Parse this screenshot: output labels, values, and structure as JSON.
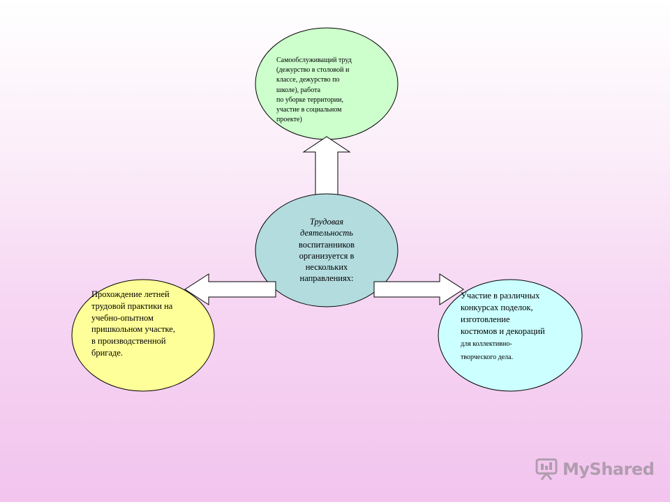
{
  "diagram": {
    "top": {
      "lines": [
        "Самообслуживащий труд",
        "(дежурство в столовой и",
        "классе, дежурство по",
        "школе), работа",
        "по уборке территории,",
        "участие в социальном",
        "проекте)"
      ]
    },
    "center": {
      "italic_lines": [
        "Трудовая",
        "деятельность"
      ],
      "lines": [
        "воспитанников",
        "организуется в",
        "нескольких",
        "направлениях:"
      ]
    },
    "left": {
      "lines": [
        "Прохождение летней",
        "трудовой практики на",
        "учебно-опытном",
        "пришкольном участке,",
        "в производственной",
        "бригаде."
      ]
    },
    "right": {
      "lines": [
        "Участие в различных",
        "конкурсах поделок,",
        "изготовление",
        "костюмов и декораций"
      ],
      "small_lines": [
        "для коллективно-",
        "творческого дела."
      ]
    },
    "colors": {
      "top_fill": "#ccffcc",
      "center_fill": "#b3dcdf",
      "left_fill": "#ffff99",
      "right_fill": "#ccffff",
      "arrow_fill": "#ffffff",
      "outline": "#000000"
    }
  },
  "watermark": {
    "text": "MyShared",
    "icon": "presentation-board-icon"
  }
}
